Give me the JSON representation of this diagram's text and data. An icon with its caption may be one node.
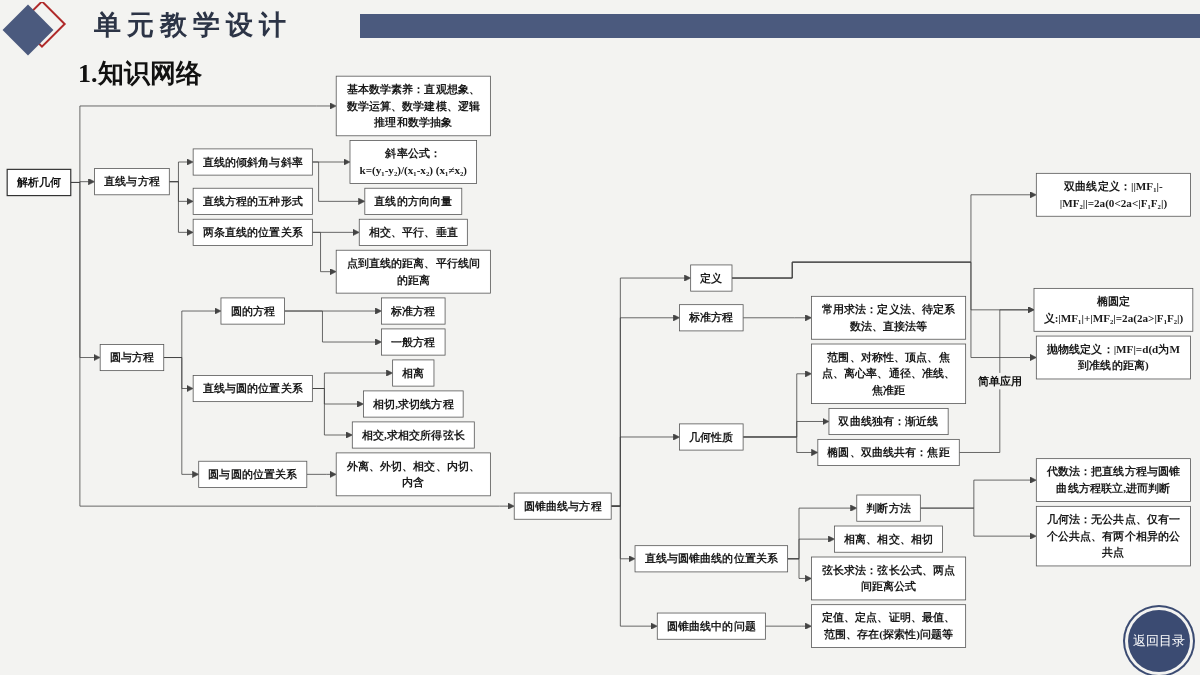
{
  "diagram": {
    "title": "单元教学设计",
    "nodes": [
      {
        "text": [
          "解析几何"
        ]
      },
      {
        "text": [
          "基本数学素养：直观想象、数学运算、数学建模、逻辑推理和数学抽象"
        ]
      },
      {
        "text": [
          "直线与方程"
        ]
      },
      {
        "text": [
          "直线的倾斜角与斜率"
        ]
      },
      {
        "text": [
          "斜率公式：",
          "k=(y₁-y₂)/(x₁-x₂) (x₁≠x₂)"
        ]
      },
      {
        "text": [
          "直线的方向向量"
        ]
      },
      {
        "text": [
          "直线方程的五种形式"
        ]
      },
      {
        "text": [
          "两条直线的位置关系"
        ]
      },
      {
        "text": [
          "相交、平行、垂直"
        ]
      },
      {
        "text": [
          "点到直线的距离、平行线间的距离"
        ]
      },
      {
        "text": [
          "圆与方程"
        ]
      },
      {
        "text": [
          "圆的方程"
        ]
      },
      {
        "text": [
          "标准方程"
        ]
      },
      {
        "text": [
          "一般方程"
        ]
      },
      {
        "text": [
          "直线与圆的位置关系"
        ]
      },
      {
        "text": [
          "相离"
        ]
      },
      {
        "text": [
          "相切,求切线方程"
        ]
      },
      {
        "text": [
          "相交,求相交所得弦长"
        ]
      },
      {
        "text": [
          "圆与圆的位置关系"
        ]
      },
      {
        "text": [
          "外离、外切、相交、内切、内含"
        ]
      },
      {
        "text": [
          "圆锥曲线与方程"
        ]
      },
      {
        "text": [
          "定义"
        ]
      },
      {
        "text": [
          "椭圆定义:|MF₁|+|MF₂|=2a(2a>|F₁F₂|)"
        ]
      },
      {
        "text": [
          "双曲线定义：||MF₁|-|MF₂||=2a(0<2a<|F₁F₂|)"
        ]
      },
      {
        "text": [
          "抛物线定义：|MF|=d(d为M到准线的距离)"
        ]
      },
      {
        "text": [
          "标准方程"
        ]
      },
      {
        "text": [
          "常用求法：定义法、待定系数法、直接法等"
        ]
      },
      {
        "text": [
          "几何性质"
        ]
      },
      {
        "text": [
          "范围、对称性、顶点、焦点、离心率、通径、准线、焦准距"
        ]
      },
      {
        "text": [
          "双曲线独有：渐近线"
        ]
      },
      {
        "text": [
          "椭圆、双曲线共有：焦距"
        ]
      },
      {
        "text": [
          "直线与圆锥曲线的位置关系"
        ]
      },
      {
        "text": [
          "判断方法"
        ]
      },
      {
        "text": [
          "代数法：把直线方程与圆锥曲线方程联立,进而判断"
        ]
      },
      {
        "text": [
          "几何法：无公共点、仅有一个公共点、有两个相异的公共点"
        ]
      },
      {
        "text": [
          "相离、相交、相切"
        ]
      },
      {
        "text": [
          "弦长求法：弦长公式、两点间距离公式"
        ]
      },
      {
        "text": [
          "圆锥曲线中的问题"
        ]
      },
      {
        "text": [
          "定值、定点、证明、最值、范围、存在(探索性)问题等"
        ]
      }
    ],
    "edges": [
      {
        "from": 0,
        "to": 1,
        "arrow": "to"
      },
      {
        "from": 0,
        "to": 2,
        "arrow": "to"
      },
      {
        "from": 0,
        "to": 10,
        "arrow": "to"
      },
      {
        "from": 0,
        "to": 20,
        "arrow": "to"
      },
      {
        "from": 2,
        "to": 3,
        "arrow": "to"
      },
      {
        "from": 3,
        "to": 4,
        "arrow": "to"
      },
      {
        "from": 3,
        "to": 5,
        "arrow": "to"
      },
      {
        "from": 2,
        "to": 6,
        "arrow": "to"
      },
      {
        "from": 2,
        "to": 7,
        "arrow": "to"
      },
      {
        "from": 7,
        "to": 8,
        "arrow": "to"
      },
      {
        "from": 7,
        "to": 9,
        "arrow": "to"
      },
      {
        "from": 10,
        "to": 11,
        "arrow": "to"
      },
      {
        "from": 11,
        "to": 12,
        "arrow": "to"
      },
      {
        "from": 11,
        "to": 13,
        "arrow": "to"
      },
      {
        "from": 10,
        "to": 14,
        "arrow": "to"
      },
      {
        "from": 14,
        "to": 15,
        "arrow": "to"
      },
      {
        "from": 14,
        "to": 16,
        "arrow": "to"
      },
      {
        "from": 14,
        "to": 17,
        "arrow": "to"
      },
      {
        "from": 10,
        "to": 18,
        "arrow": "to"
      },
      {
        "from": 18,
        "to": 19,
        "arrow": "to"
      },
      {
        "from": 20,
        "to": 21,
        "arrow": "to"
      },
      {
        "from": 21,
        "to": 22,
        "arrow": "to"
      },
      {
        "from": 21,
        "to": 23,
        "arrow": "to"
      },
      {
        "from": 21,
        "to": 24,
        "arrow": "to"
      },
      {
        "from": 20,
        "to": 25,
        "arrow": "to"
      },
      {
        "from": 25,
        "to": 26,
        "arrow": "to"
      },
      {
        "from": 20,
        "to": 27,
        "arrow": "to"
      },
      {
        "from": 27,
        "to": 28,
        "arrow": "to"
      },
      {
        "from": 27,
        "to": 29,
        "arrow": "to"
      },
      {
        "from": 27,
        "to": 30,
        "arrow": "to"
      },
      {
        "from": 30,
        "to": 22,
        "arrow": "to",
        "label": "简单应用"
      },
      {
        "from": 20,
        "to": 31,
        "arrow": "to"
      },
      {
        "from": 31,
        "to": 32,
        "arrow": "to"
      },
      {
        "from": 32,
        "to": 33,
        "arrow": "to"
      },
      {
        "from": 32,
        "to": 34,
        "arrow": "to"
      },
      {
        "from": 31,
        "to": 35,
        "arrow": "to"
      },
      {
        "from": 31,
        "to": 36,
        "arrow": "to"
      },
      {
        "from": 20,
        "to": 37,
        "arrow": "to"
      },
      {
        "from": 37,
        "to": 38,
        "arrow": "to"
      }
    ],
    "labels": [
      "1.知识网络",
      "返回目录"
    ]
  }
}
